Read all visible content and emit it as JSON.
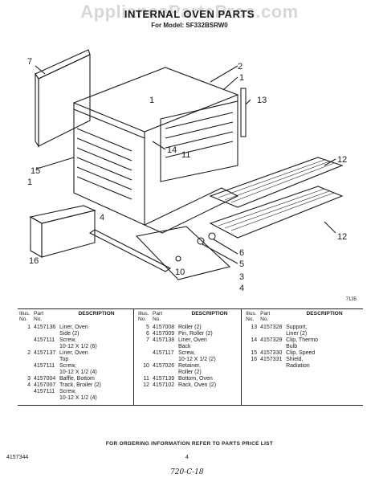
{
  "watermark": "AppliancePartsPros.com",
  "title": "INTERNAL OVEN PARTS",
  "model_line": "For Model: SF332BSRW0",
  "diagram": {
    "callouts": [
      "7",
      "2",
      "1",
      "13",
      "1",
      "14",
      "11",
      "15",
      "1",
      "12",
      "4",
      "16",
      "6",
      "5",
      "10",
      "3",
      "4",
      "12"
    ],
    "figure_number": "7135"
  },
  "table": {
    "headers": {
      "illus": "Illus.\nNo.",
      "part": "Part\nNo.",
      "description": "DESCRIPTION"
    },
    "columns": [
      [
        {
          "illus": "1",
          "part": "4157136",
          "desc": "Liner, Oven\nSide (2)"
        },
        {
          "illus": "",
          "part": "4157111",
          "desc": "Screw,\n10-12 X 1/2 (6)"
        },
        {
          "illus": "2",
          "part": "4157137",
          "desc": "Liner, Oven\nTop"
        },
        {
          "illus": "",
          "part": "4157111",
          "desc": "Screw,\n10-12 X 1/2 (4)"
        },
        {
          "illus": "3",
          "part": "4157004",
          "desc": "Baffle, Bottom"
        },
        {
          "illus": "4",
          "part": "4157007",
          "desc": "Track, Broiler (2)"
        },
        {
          "illus": "",
          "part": "4157111",
          "desc": "Screw,\n10-12 X 1/2 (4)"
        }
      ],
      [
        {
          "illus": "5",
          "part": "4157008",
          "desc": "Roller (2)"
        },
        {
          "illus": "6",
          "part": "4157009",
          "desc": "Pin, Roller (2)"
        },
        {
          "illus": "7",
          "part": "4157138",
          "desc": "Liner, Oven\nBack"
        },
        {
          "illus": "",
          "part": "4157117",
          "desc": "Screw,\n10-12 X 1/2 (2)"
        },
        {
          "illus": "10",
          "part": "4157026",
          "desc": "Retainer,\nRoller (2)"
        },
        {
          "illus": "11",
          "part": "4157139",
          "desc": "Bottom, Oven"
        },
        {
          "illus": "12",
          "part": "4157102",
          "desc": "Rack, Oven (2)"
        }
      ],
      [
        {
          "illus": "13",
          "part": "4157328",
          "desc": "Support,\nLiner (2)"
        },
        {
          "illus": "14",
          "part": "4157329",
          "desc": "Clip, Thermo\nBulb"
        },
        {
          "illus": "15",
          "part": "4157330",
          "desc": "Clip, Speed"
        },
        {
          "illus": "16",
          "part": "4157331",
          "desc": "Shield,\nRadiation"
        }
      ]
    ]
  },
  "footer": {
    "ordering_note": "FOR ORDERING INFORMATION REFER TO PARTS PRICE LIST",
    "doc_number": "4157344",
    "page_number": "4",
    "handwritten": "720-C-18"
  }
}
